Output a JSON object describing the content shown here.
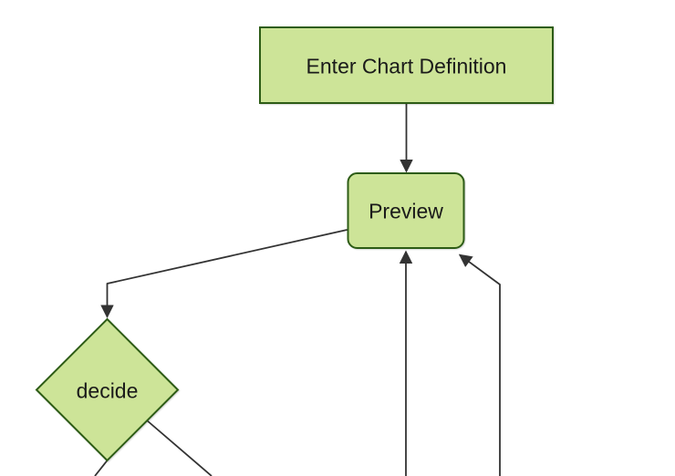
{
  "diagram": {
    "kind": "flowchart",
    "direction": "top-down",
    "nodes": [
      {
        "id": "enter-chart-definition",
        "label": "Enter Chart Definition",
        "shape": "rectangle"
      },
      {
        "id": "preview",
        "label": "Preview",
        "shape": "rounded-rectangle"
      },
      {
        "id": "decide",
        "label": "decide",
        "shape": "diamond"
      }
    ],
    "edges": [
      {
        "from": "enter-chart-definition",
        "to": "preview",
        "arrowhead": true
      },
      {
        "from": "preview",
        "to": "decide",
        "arrowhead": true
      },
      {
        "from": "offscreen-bottom",
        "to": "preview",
        "arrowhead": true
      },
      {
        "from": "offscreen-bottom-right",
        "to": "preview",
        "arrowhead": true
      },
      {
        "from": "decide",
        "to": "offscreen-bottom-left",
        "arrowhead": false
      },
      {
        "from": "decide",
        "to": "offscreen-bottom",
        "arrowhead": false
      }
    ]
  },
  "colors": {
    "background": "#ffffff",
    "node_fill": "#cde498",
    "node_border": "#2d5c16",
    "edge": "#333333",
    "text": "#1a1a1a"
  }
}
